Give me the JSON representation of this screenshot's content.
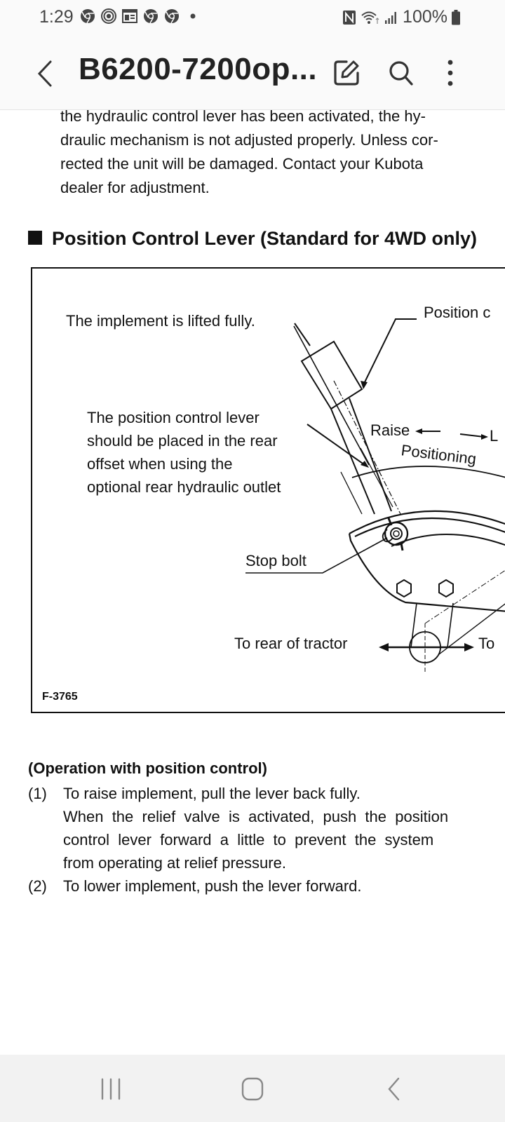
{
  "status_bar": {
    "time": "1:29",
    "left_icons": [
      "chrome-icon",
      "target-app-icon",
      "news-icon",
      "chrome-icon",
      "chrome-icon",
      "more-notifications-dot-icon"
    ],
    "right_icons": [
      "nfc-icon",
      "wifi-icon",
      "signal-icon"
    ],
    "battery": "100%"
  },
  "app_bar": {
    "title": "B6200-7200op...",
    "actions": [
      "edit-icon",
      "search-icon",
      "more-options-icon"
    ]
  },
  "document": {
    "intro_lines": [
      "the hydraulic control lever has been activated, the hy-",
      "draulic mechanism is not adjusted properly. Unless cor-",
      "rected the unit will be damaged. Contact your Kubota",
      "dealer for adjustment."
    ],
    "section_heading": "Position Control Lever (Standard for 4WD only)",
    "figure": {
      "label_lifted": "The implement is lifted fully.",
      "label_position_control": "Position c",
      "label_lever_note": [
        "The position control lever",
        "should be placed in the rear",
        "offset when using the",
        "optional rear hydraulic outlet"
      ],
      "label_raise": "Raise",
      "label_lower": "L",
      "label_positioning": "Positioning",
      "label_stop_bolt": "Stop bolt",
      "label_to_rear": "To rear of tractor",
      "label_to_front": "To",
      "figure_id": "F-3765"
    },
    "operation_heading": "(Operation with position control)",
    "operation_steps": [
      {
        "num": "(1)",
        "lines": [
          "To raise implement, pull the lever back fully.",
          "When  the  relief  valve  is  activated,  push  the  position",
          "control  lever  forward  a  little  to  prevent  the  system",
          "from operating at relief pressure."
        ]
      },
      {
        "num": "(2)",
        "lines": [
          "To lower implement, push the lever forward."
        ]
      }
    ]
  },
  "nav_bar": {
    "buttons": [
      "recent-apps",
      "home",
      "back"
    ]
  }
}
